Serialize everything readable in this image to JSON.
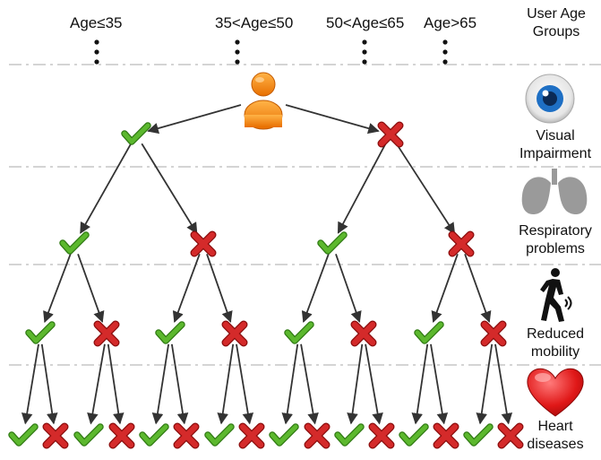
{
  "age_groups": [
    "Age≤35",
    "35<Age≤50",
    "50<Age≤65",
    "Age>65"
  ],
  "side_title": [
    "User Age",
    "Groups"
  ],
  "levels": [
    {
      "icon": "eye-icon",
      "label": [
        "Visual",
        "Impairment"
      ]
    },
    {
      "icon": "lungs-icon",
      "label": [
        "Respiratory",
        "problems"
      ]
    },
    {
      "icon": "walking-person-icon",
      "label": [
        "Reduced",
        "mobility"
      ]
    },
    {
      "icon": "heart-icon",
      "label": [
        "Heart",
        "diseases"
      ]
    }
  ],
  "root_icon": "user-icon",
  "yes_icon": "check-icon",
  "no_icon": "cross-icon",
  "colors": {
    "check": "#5cb82e",
    "cross": "#d42a2a",
    "user": "#f08a1c",
    "line": "#333333",
    "dash": "#bbbbbb",
    "eye": "#1e6fc4",
    "heart": "#e01818",
    "lungs": "#9a9a9a"
  }
}
